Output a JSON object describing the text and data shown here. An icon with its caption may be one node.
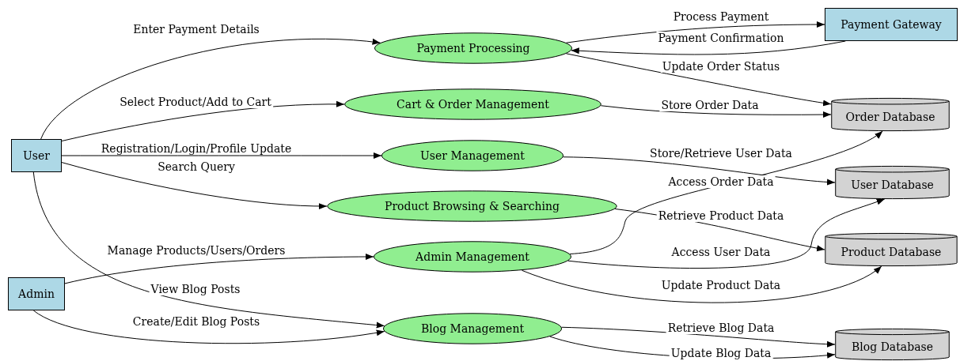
{
  "diagram": {
    "nodes": [
      {
        "text": [
          "User"
        ]
      },
      {
        "text": [
          "Admin"
        ]
      },
      {
        "text": [
          "Payment Processing"
        ]
      },
      {
        "text": [
          "Cart & Order Management"
        ]
      },
      {
        "text": [
          "User Management"
        ]
      },
      {
        "text": [
          "Product Browsing & Searching"
        ]
      },
      {
        "text": [
          "Admin Management"
        ]
      },
      {
        "text": [
          "Blog Management"
        ]
      },
      {
        "text": [
          "Payment Gateway"
        ]
      },
      {
        "text": [
          "Order Database"
        ]
      },
      {
        "text": [
          "User Database"
        ]
      },
      {
        "text": [
          "Product Database"
        ]
      },
      {
        "text": [
          "Blog Database"
        ]
      }
    ],
    "edges": [
      {
        "from": 0,
        "to": 2,
        "arrow": "to",
        "label": "Enter Payment Details"
      },
      {
        "from": 0,
        "to": 3,
        "arrow": "to",
        "label": "Select Product/Add to Cart"
      },
      {
        "from": 0,
        "to": 4,
        "arrow": "to",
        "label": "Registration/Login/Profile Update"
      },
      {
        "from": 0,
        "to": 5,
        "arrow": "to",
        "label": "Search Query"
      },
      {
        "from": 0,
        "to": 7,
        "arrow": "to",
        "label": "View Blog Posts"
      },
      {
        "from": 1,
        "to": 6,
        "arrow": "to",
        "label": "Manage Products/Users/Orders"
      },
      {
        "from": 1,
        "to": 7,
        "arrow": "to",
        "label": "Create/Edit Blog Posts"
      },
      {
        "from": 2,
        "to": 8,
        "arrow": "to",
        "label": "Process Payment"
      },
      {
        "from": 8,
        "to": 2,
        "arrow": "to",
        "label": "Payment Confirmation"
      },
      {
        "from": 2,
        "to": 9,
        "arrow": "to",
        "label": "Update Order Status"
      },
      {
        "from": 3,
        "to": 9,
        "arrow": "to",
        "label": "Store Order Data"
      },
      {
        "from": 4,
        "to": 10,
        "arrow": "to",
        "label": "Store/Retrieve User Data"
      },
      {
        "from": 6,
        "to": 9,
        "arrow": "to",
        "label": "Access Order Data"
      },
      {
        "from": 5,
        "to": 11,
        "arrow": "to",
        "label": "Retrieve Product Data"
      },
      {
        "from": 6,
        "to": 10,
        "arrow": "to",
        "label": "Access User Data"
      },
      {
        "from": 6,
        "to": 11,
        "arrow": "to",
        "label": "Update Product Data"
      },
      {
        "from": 7,
        "to": 12,
        "arrow": "to",
        "label": "Retrieve Blog Data"
      },
      {
        "from": 7,
        "to": 12,
        "arrow": "to",
        "label": "Update Blog Data"
      }
    ]
  }
}
